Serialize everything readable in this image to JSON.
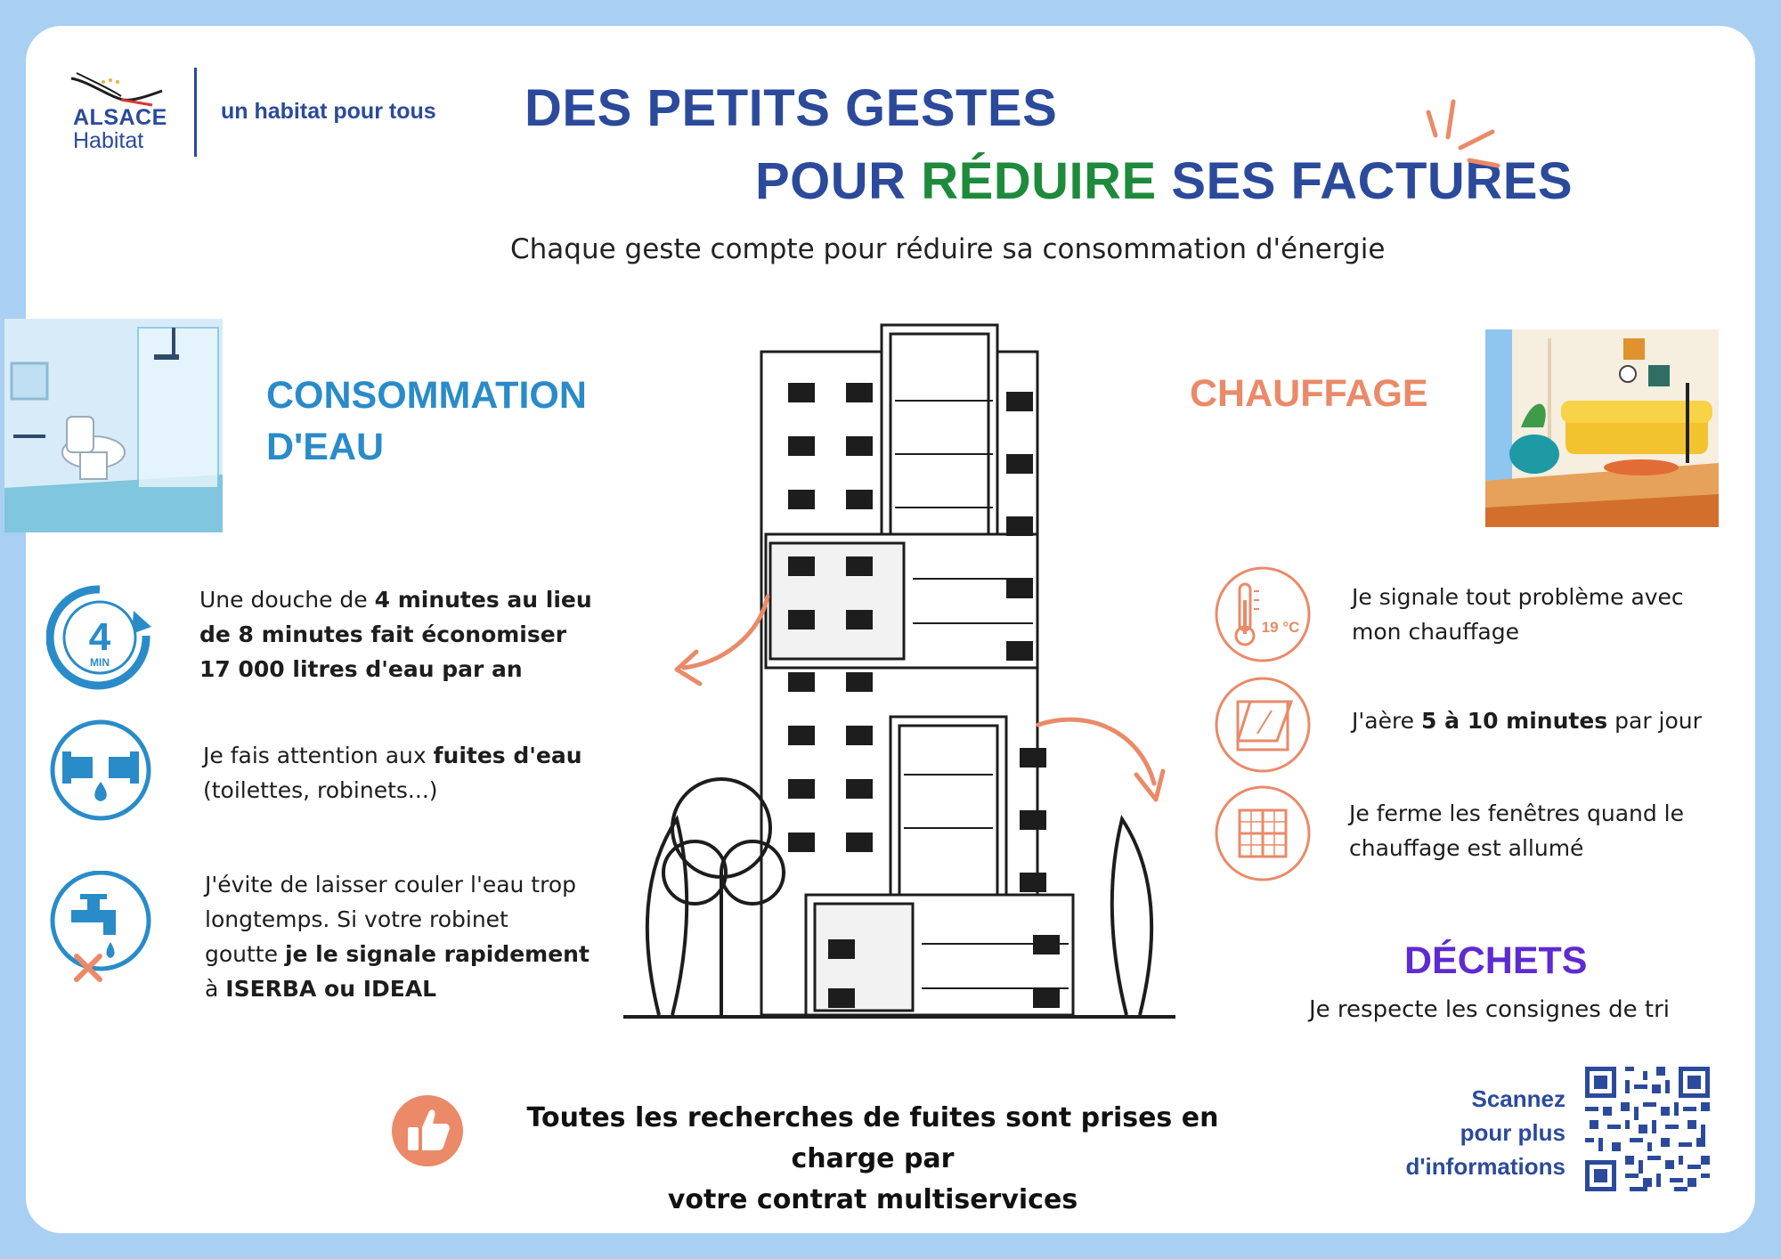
{
  "header": {
    "logo_name": "ALSACE",
    "logo_sub": "Habitat",
    "tagline": "un habitat pour tous",
    "title_line1": "DES PETITS GESTES",
    "title_line2_pre": "POUR ",
    "title_line2_green": "RÉDUIRE",
    "title_line2_post": " SES FACTURES",
    "subtitle": "Chaque geste compte pour réduire sa consommation d'énergie"
  },
  "water": {
    "heading_line1": "CONSOMMATION",
    "heading_line2": "D'EAU",
    "tip1": {
      "icon_label": "4",
      "icon_unit": "MIN",
      "t1": "Une douche de ",
      "b1": "4 minutes au lieu",
      "b2": "de 8 minutes fait économiser",
      "b3": "17 000 litres d'eau par an"
    },
    "tip2": {
      "t1": "Je fais attention aux ",
      "b1": "fuites d'eau",
      "t2": "(toilettes, robinets...)"
    },
    "tip3": {
      "t1": "J'évite de laisser couler l'eau trop",
      "t2": "longtemps. Si votre robinet",
      "t3": "goutte ",
      "b1": "je le signale rapidement",
      "t4": "à ",
      "b2": "ISERBA ou IDEAL"
    }
  },
  "heating": {
    "heading": "CHAUFFAGE",
    "tip1": {
      "icon_label": "19 °C",
      "t1": "Je signale tout problème avec",
      "t2": "mon chauffage"
    },
    "tip2": {
      "t1": "J'aère ",
      "b1": "5 à 10 minutes",
      "t2": " par jour"
    },
    "tip3": {
      "t1": "Je ferme les fenêtres quand le",
      "t2": "chauffage est allumé"
    }
  },
  "waste": {
    "heading": "DÉCHETS",
    "text": "Je respecte les consignes de tri"
  },
  "footer": {
    "line1": "Toutes les recherches de fuites sont prises en charge par",
    "line2": "votre contrat multiservices",
    "scan_line1": "Scannez",
    "scan_line2": "pour plus",
    "scan_line3": "d'informations"
  },
  "colors": {
    "navy": "#2b4a9b",
    "green": "#1e8a3c",
    "blue": "#2a8bc9",
    "orange": "#ea8a68",
    "purple": "#5e2bd1",
    "frame": "#a9cff2"
  }
}
